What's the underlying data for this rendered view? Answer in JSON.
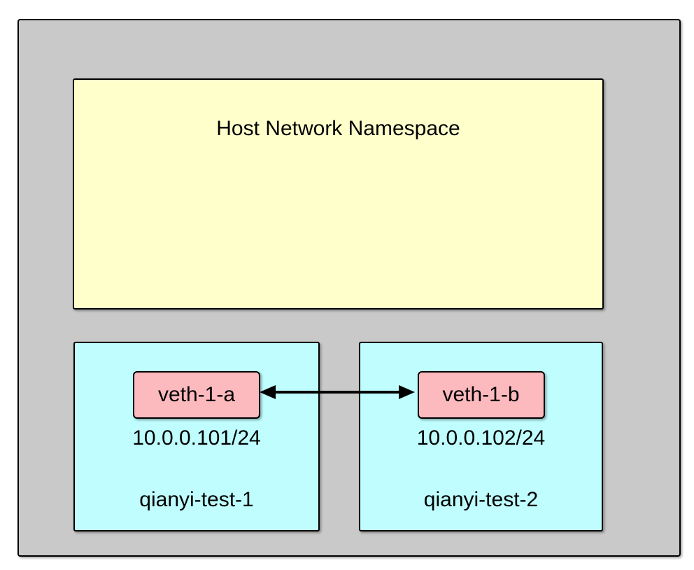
{
  "colors": {
    "page_background": "#ffffff",
    "outer_box_fill": "#c9c9c9",
    "host_box_fill": "#ffffcc",
    "namespace_box_fill": "#bffdfe",
    "veth_box_fill": "#fcb9be",
    "border": "#000000",
    "text": "#000000",
    "arrow": "#000000"
  },
  "diagram": {
    "host_namespace": {
      "label": "Host Network Namespace"
    },
    "namespaces": [
      {
        "name": "qianyi-test-1",
        "interface": "veth-1-a",
        "ip": "10.0.0.101/24"
      },
      {
        "name": "qianyi-test-2",
        "interface": "veth-1-b",
        "ip": "10.0.0.102/24"
      }
    ],
    "connection": {
      "from": "veth-1-a",
      "to": "veth-1-b",
      "bidirectional": true
    }
  }
}
